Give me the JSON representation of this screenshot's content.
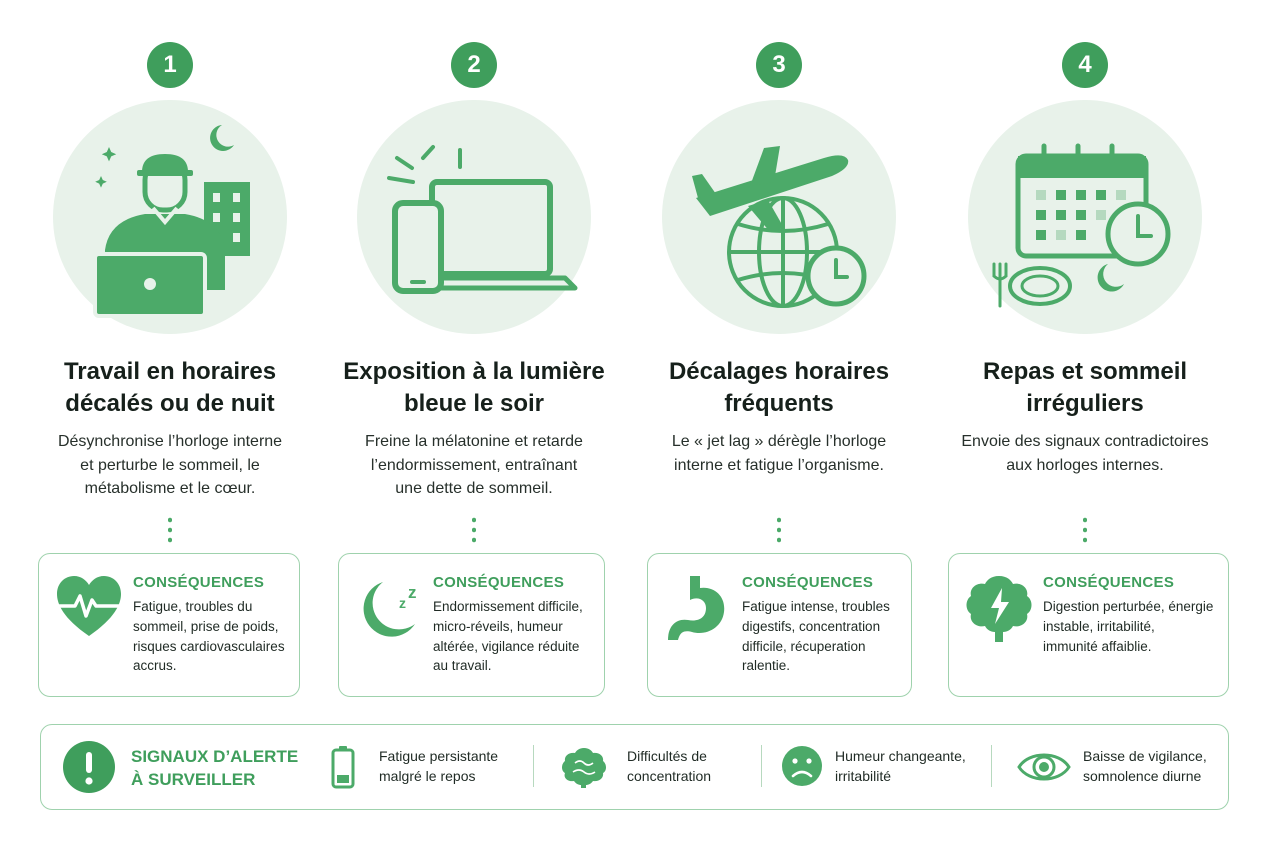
{
  "columns": [
    {
      "number": "1",
      "title_line1": "Travail en horaires",
      "title_line2": "décalés ou de nuit",
      "desc_line1": "Désynchronise l’horloge interne",
      "desc_line2": "et perturbe le sommeil, le",
      "desc_line3": "métabolisme et le cœur.",
      "illustration_icon": "night-worker-laptop-icon",
      "card": {
        "icon": "heart-pulse-icon",
        "title": "CONSÉQUENCES",
        "line1": "Fatigue, troubles du",
        "line2": "sommeil, prise de poids,",
        "line3": "risques cardiovasculaires",
        "line4": "accrus."
      }
    },
    {
      "number": "2",
      "title_line1": "Exposition à la lumière",
      "title_line2": "bleue le soir",
      "desc_line1": "Freine la mélatonine et retarde",
      "desc_line2": "l’endormissement, entraînant",
      "desc_line3": "une dette de sommeil.",
      "illustration_icon": "phone-laptop-screen-icon",
      "card": {
        "icon": "moon-zzz-icon",
        "title": "CONSÉQUENCES",
        "line1": "Endormissement difficile,",
        "line2": "micro-réveils, humeur",
        "line3": "altérée, vigilance réduite",
        "line4": "au travail."
      }
    },
    {
      "number": "3",
      "title_line1": "Décalages horaires",
      "title_line2": "fréquents",
      "desc_line1": "Le « jet lag » dérègle l’horloge",
      "desc_line2": "interne et fatigue l’organisme.",
      "desc_line3": "",
      "illustration_icon": "airplane-globe-clock-icon",
      "card": {
        "icon": "stomach-icon",
        "title": "CONSÉQUENCES",
        "line1": "Fatigue intense, troubles",
        "line2": "digestifs, concentration",
        "line3": "difficile, récuperation",
        "line4": "ralentie."
      }
    },
    {
      "number": "4",
      "title_line1": "Repas et sommeil",
      "title_line2": "irréguliers",
      "desc_line1": "Envoie des signaux contradictoires",
      "desc_line2": "aux horloges internes.",
      "desc_line3": "",
      "illustration_icon": "calendar-clock-plate-icon",
      "card": {
        "icon": "brain-lightning-icon",
        "title": "CONSÉQUENCES",
        "line1": "Digestion perturbée, énergie",
        "line2": "instable, irritabilité,",
        "line3": "immunité affaiblie.",
        "line4": ""
      }
    }
  ],
  "alert": {
    "icon": "exclamation-icon",
    "title_line1": "SIGNAUX D’ALERTE",
    "title_line2": "À SURVEILLER",
    "signals": [
      {
        "icon": "low-battery-icon",
        "line1": "Fatigue persistante",
        "line2": "malgré le repos"
      },
      {
        "icon": "brain-icon",
        "line1": "Difficultés de",
        "line2": "concentration"
      },
      {
        "icon": "sad-face-icon",
        "line1": "Humeur changeante,",
        "line2": "irritabilité"
      },
      {
        "icon": "eye-icon",
        "line1": "Baisse de vigilance,",
        "line2": "somnolence diurne"
      }
    ]
  },
  "colors": {
    "primary_green": "#3f9e5c",
    "icon_green": "#4caa69",
    "circle_background": "#e8f2ea",
    "border_green": "#9fd2ad"
  }
}
